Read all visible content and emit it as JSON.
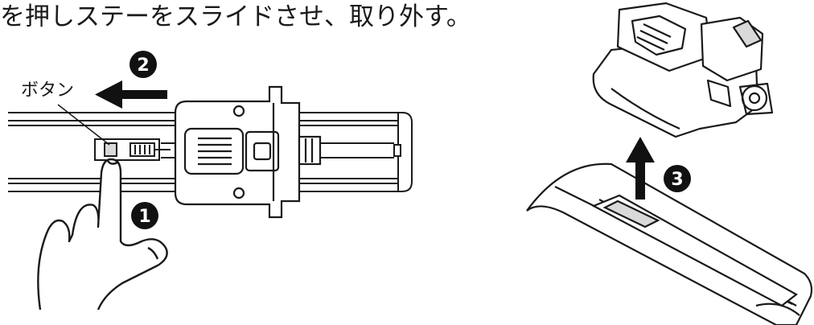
{
  "caption": "を押しステーをスライドさせ、取り外す。",
  "callouts": {
    "button_label": "ボタン",
    "step_1": "1",
    "step_2": "2",
    "step_3": "3"
  },
  "icons": [
    "finger-press-icon",
    "slide-arrow-icon",
    "lift-arrow-icon"
  ],
  "colors": {
    "line": "#1a1a1a",
    "fill_light": "#ffffff",
    "fill_grey": "#d9d9d9",
    "marker": "#111111"
  }
}
